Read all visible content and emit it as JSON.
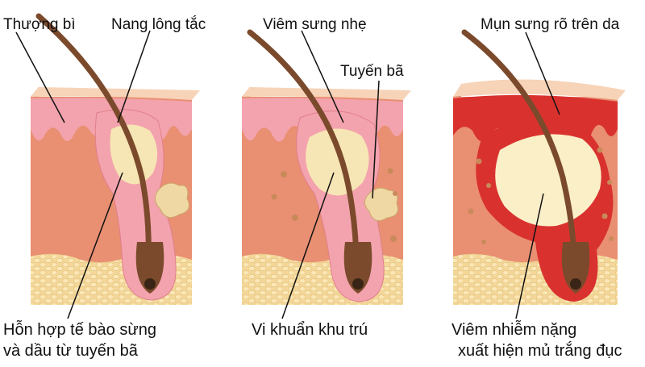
{
  "panels": [
    {
      "stage": "clogged",
      "labels": {
        "epidermis": "Thượng bì",
        "follicle": "Nang lông tắc",
        "mixture_line1": "Hỗn hợp tế bào sừng",
        "mixture_line2": "và dầu  từ tuyến bã"
      }
    },
    {
      "stage": "mild-inflammation",
      "labels": {
        "inflammation": "Viêm sưng nhẹ",
        "sebaceous_gland": "Tuyến bã",
        "bacteria": "Vi khuẩn khu trú"
      }
    },
    {
      "stage": "severe-infection",
      "labels": {
        "visible_pimple": "Mụn sưng rõ trên da",
        "severe_line1": "Viêm nhiễm nặng",
        "severe_line2": "xuất hiện mủ trắng đục"
      }
    }
  ],
  "colors": {
    "skin_top": "#f7d3b8",
    "dermis": "#e98f72",
    "dermis_dark": "#d76a52",
    "epidermis_pink": "#f3a3ad",
    "fat": "#f3d79a",
    "hair": "#7b4a2c",
    "sebum": "#f7e6b5",
    "inflamed_red": "#d9322e",
    "pus": "#fbefc8"
  }
}
